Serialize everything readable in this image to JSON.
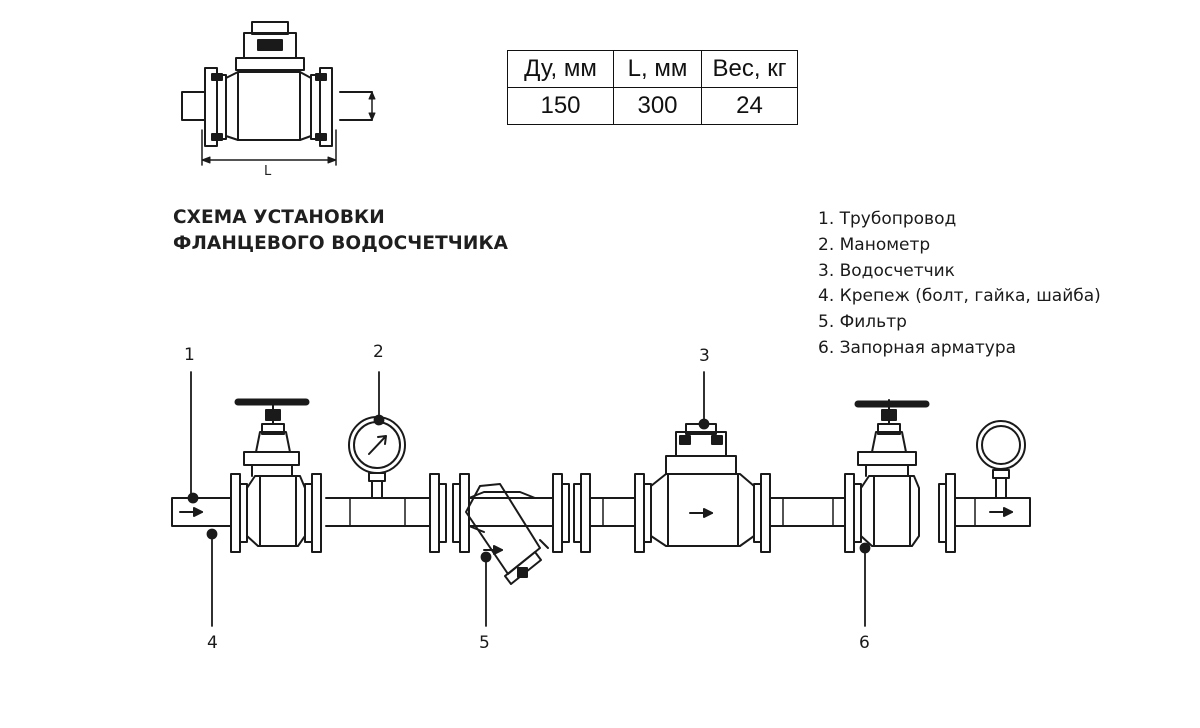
{
  "table": {
    "headers": [
      "Ду, мм",
      "L, мм",
      "Вес, кг"
    ],
    "values": [
      "150",
      "300",
      "24"
    ]
  },
  "dimension_label": "L",
  "title": {
    "line1": "СХЕМА УСТАНОВКИ",
    "line2": "ФЛАНЦЕВОГО ВОДОСЧЕТЧИКА"
  },
  "legend": [
    "1. Трубопровод",
    "2. Манометр",
    "3. Водосчетчик",
    "4. Крепеж (болт, гайка, шайба)",
    "5. Фильтр",
    "6. Запорная арматура"
  ],
  "callouts": [
    "1",
    "2",
    "3",
    "4",
    "5",
    "6"
  ],
  "colors": {
    "line": "#1a1a1a",
    "background": "#ffffff"
  }
}
